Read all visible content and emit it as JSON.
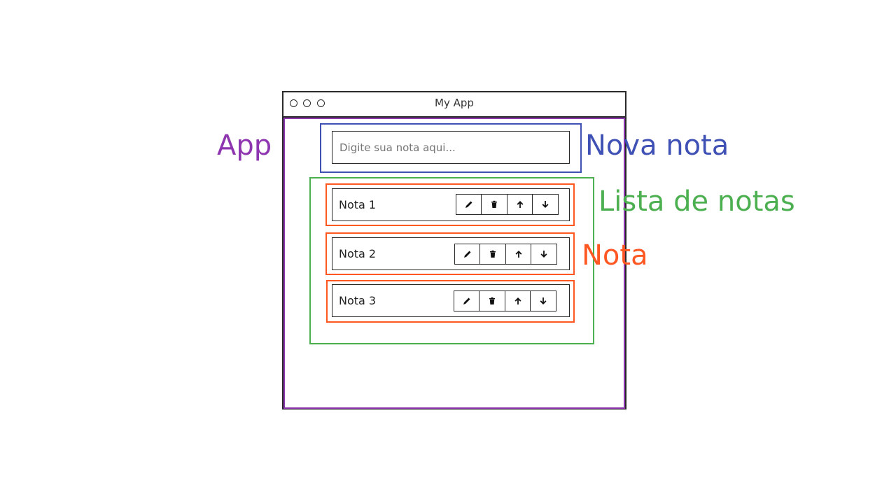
{
  "window": {
    "title": "My App"
  },
  "new_note": {
    "placeholder": "Digite sua nota aqui..."
  },
  "notes": [
    {
      "label": "Nota 1"
    },
    {
      "label": "Nota 2"
    },
    {
      "label": "Nota 3"
    }
  ],
  "note_buttons": [
    "pencil-icon",
    "trash-icon",
    "arrow-up-icon",
    "arrow-down-icon"
  ],
  "annotations": {
    "app": "App",
    "nova_nota": "Nova nota",
    "lista_de_notas": "Lista de notas",
    "nota": "Nota"
  },
  "colors": {
    "app": "#8e35b0",
    "nova_nota": "#3f51b5",
    "lista_de_notas": "#4caf50",
    "nota": "#ff5722"
  }
}
